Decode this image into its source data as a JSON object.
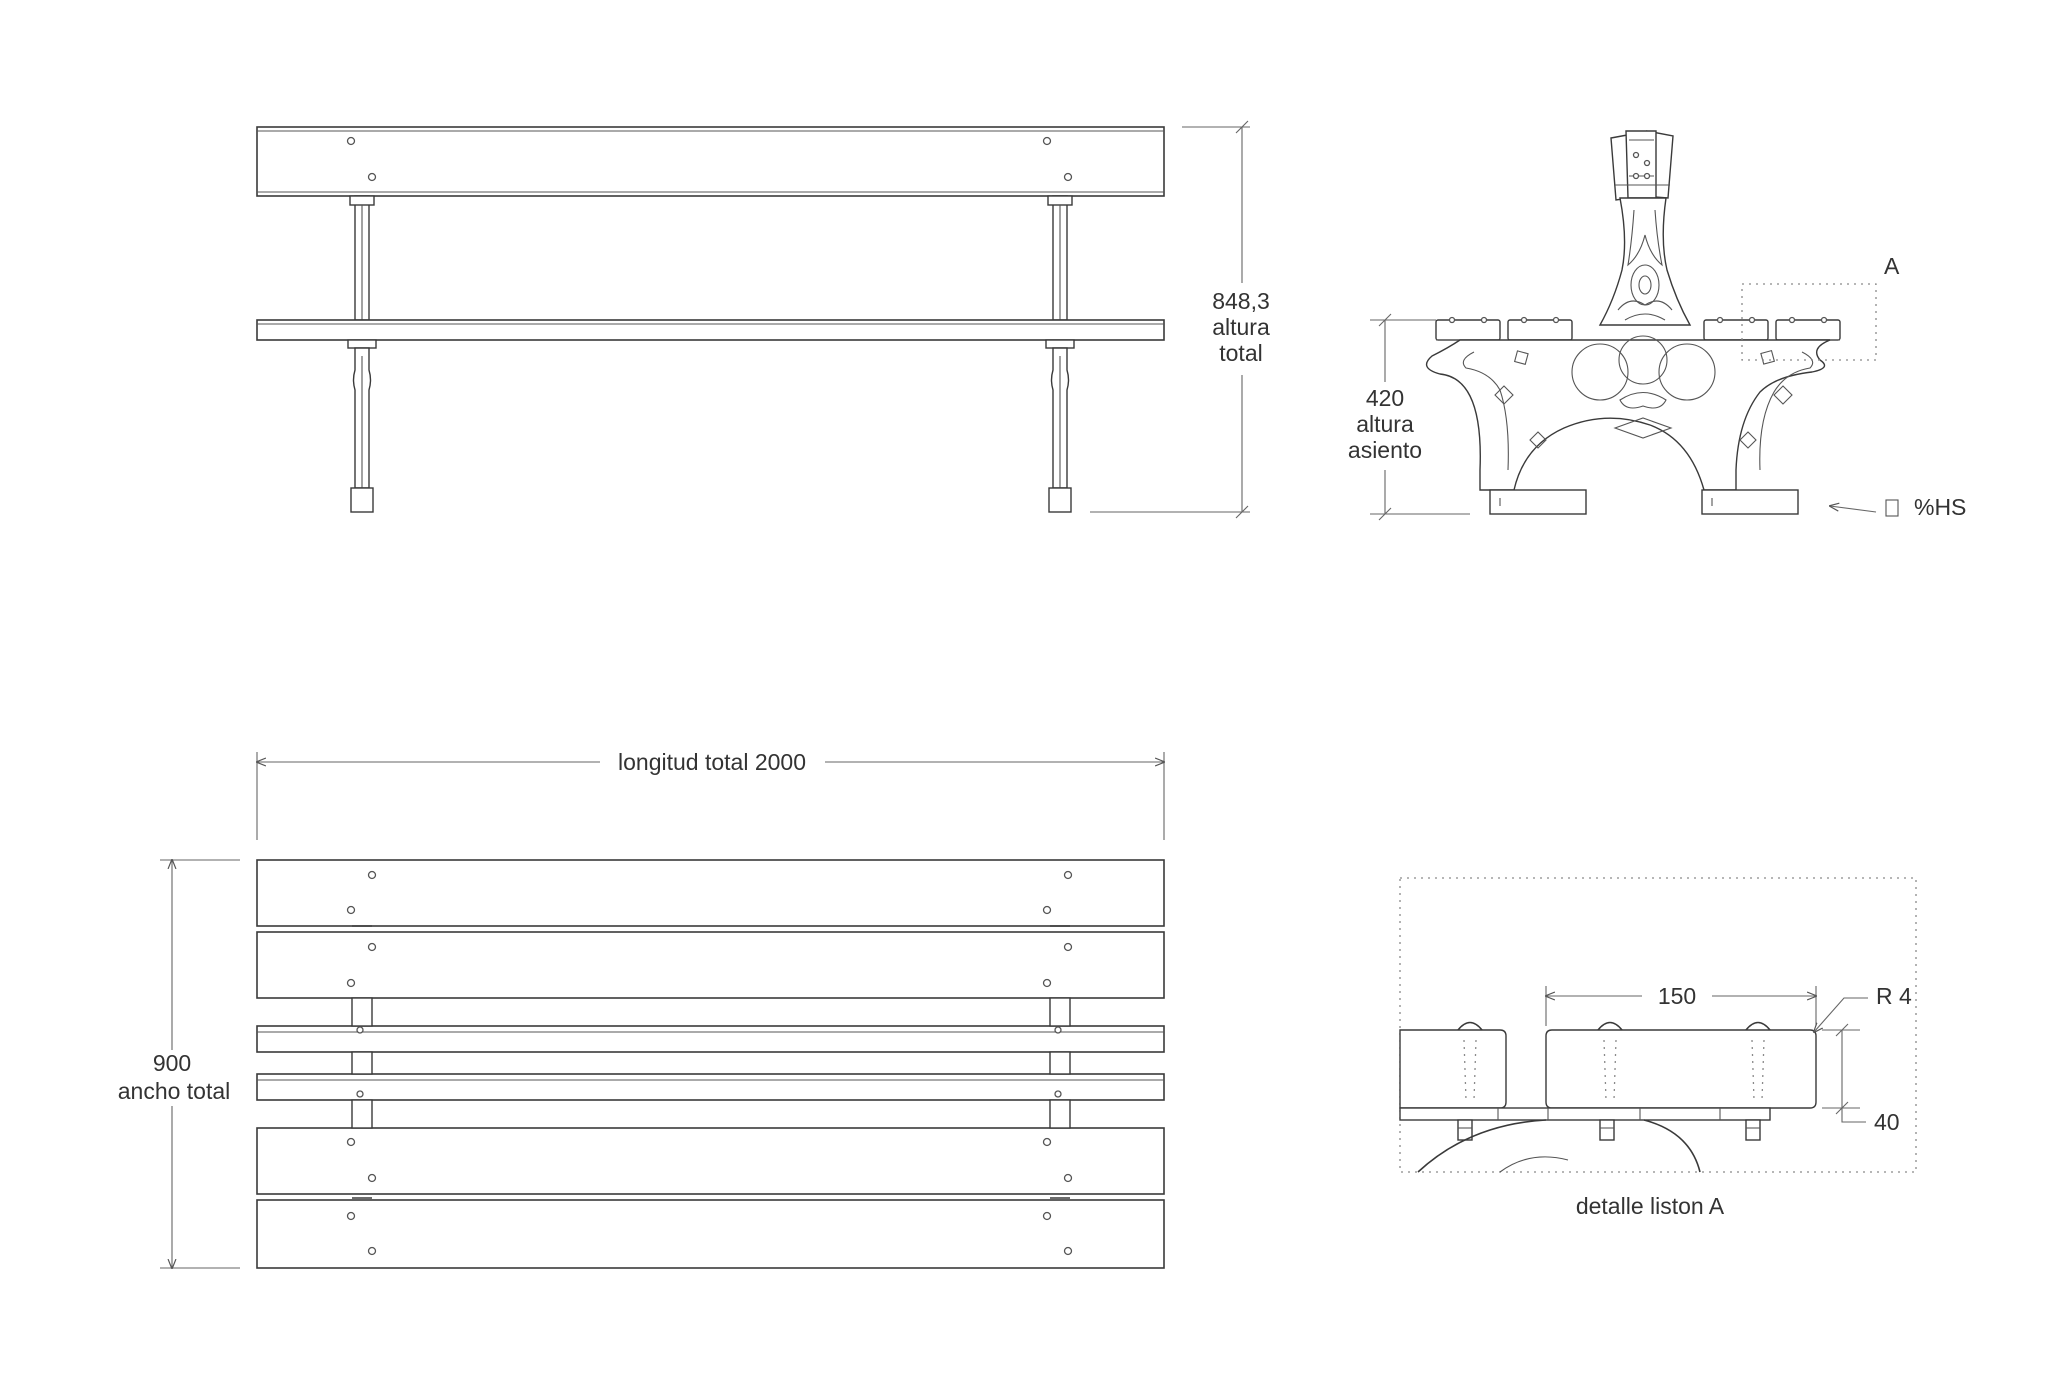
{
  "labels": {
    "total_height_value": "848,3",
    "total_height_line1": "altura",
    "total_height_line2": "total",
    "seat_height_value": "420",
    "seat_height_line1": "altura",
    "seat_height_line2": "asiento",
    "detail_marker": "A",
    "anchor_text": "%HS",
    "total_length": "longitud total  2000",
    "total_width_value": "900",
    "total_width_text": "ancho total",
    "slat_width": "150",
    "radius": "R 4",
    "slat_thickness": "40",
    "detail_caption": "detalle liston A"
  },
  "views": [
    "front-elevation",
    "side-elevation",
    "top-plan",
    "slat-detail-A"
  ]
}
